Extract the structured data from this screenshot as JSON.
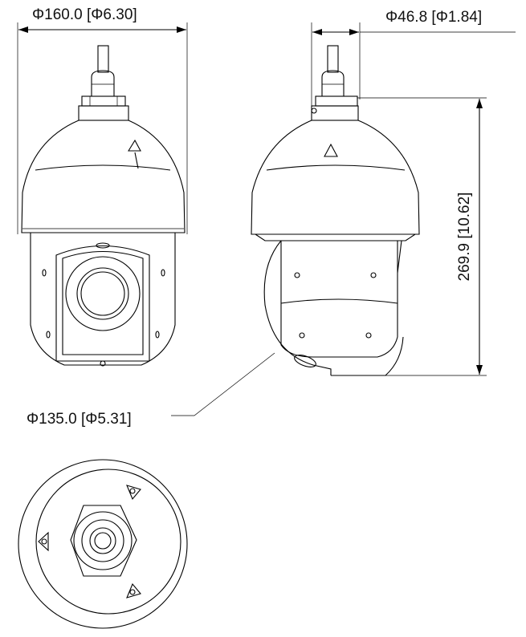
{
  "dimensions": {
    "width_front": "Φ160.0 [Φ6.30]",
    "mount_diameter": "Φ46.8 [Φ1.84]",
    "height": "269.9 [10.62]",
    "lower_diameter": "Φ135.0 [Φ5.31]"
  }
}
